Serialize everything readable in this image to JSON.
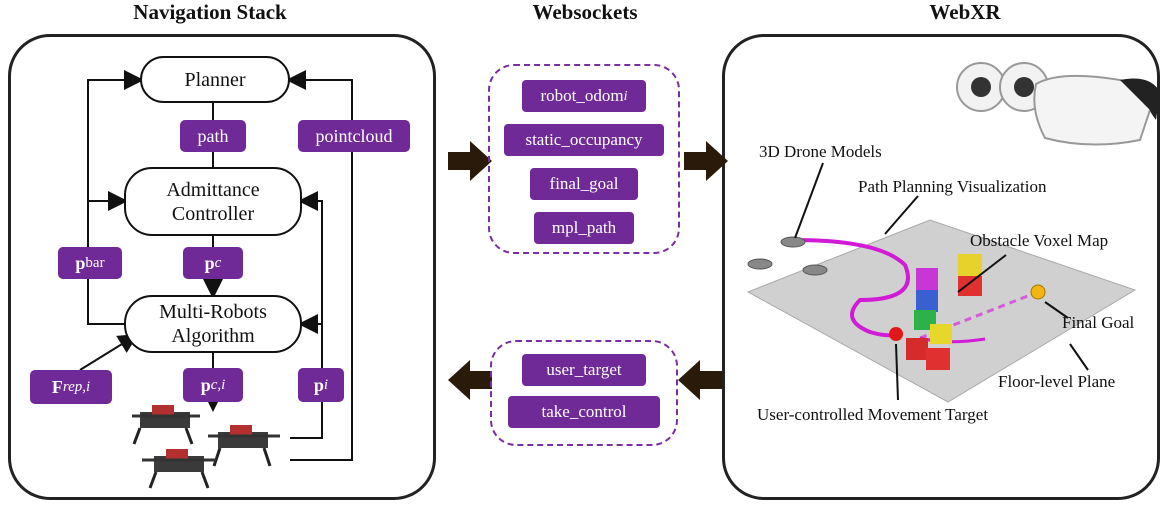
{
  "sections": {
    "nav_title": "Navigation Stack",
    "ws_title": "Websockets",
    "webxr_title": "WebXR"
  },
  "nav": {
    "planner": "Planner",
    "admittance_line1": "Admittance",
    "admittance_line2": "Controller",
    "multi_line1": "Multi-Robots",
    "multi_line2": "Algorithm",
    "tags": {
      "path": "path",
      "pointcloud": "pointcloud",
      "p_bar_main": "p",
      "p_bar_sub": "bar",
      "p_c_main": "p",
      "p_c_sub": "c",
      "f_rep_main": "F",
      "f_rep_sub": "rep,i",
      "p_ci_main": "p",
      "p_ci_sub": "c,i",
      "p_i_main": "p",
      "p_i_sub": "i"
    }
  },
  "websockets": {
    "top": [
      {
        "label": "robot_odom",
        "sub": "i"
      },
      {
        "label": "static_occupancy",
        "sub": ""
      },
      {
        "label": "final_goal",
        "sub": ""
      },
      {
        "label": "mpl_path",
        "sub": ""
      }
    ],
    "bottom": [
      {
        "label": "user_target"
      },
      {
        "label": "take_control"
      }
    ]
  },
  "webxr": {
    "drone_models": "3D Drone Models",
    "path_viz": "Path Planning Visualization",
    "voxel_map": "Obstacle Voxel Map",
    "final_goal": "Final Goal",
    "floor_plane": "Floor-level Plane",
    "user_target": "User-controlled Movement Target"
  },
  "colors": {
    "tag_purple": "#6f2a97",
    "path_magenta": "#d21bd6",
    "arrow_dark": "#2a1a0a"
  }
}
